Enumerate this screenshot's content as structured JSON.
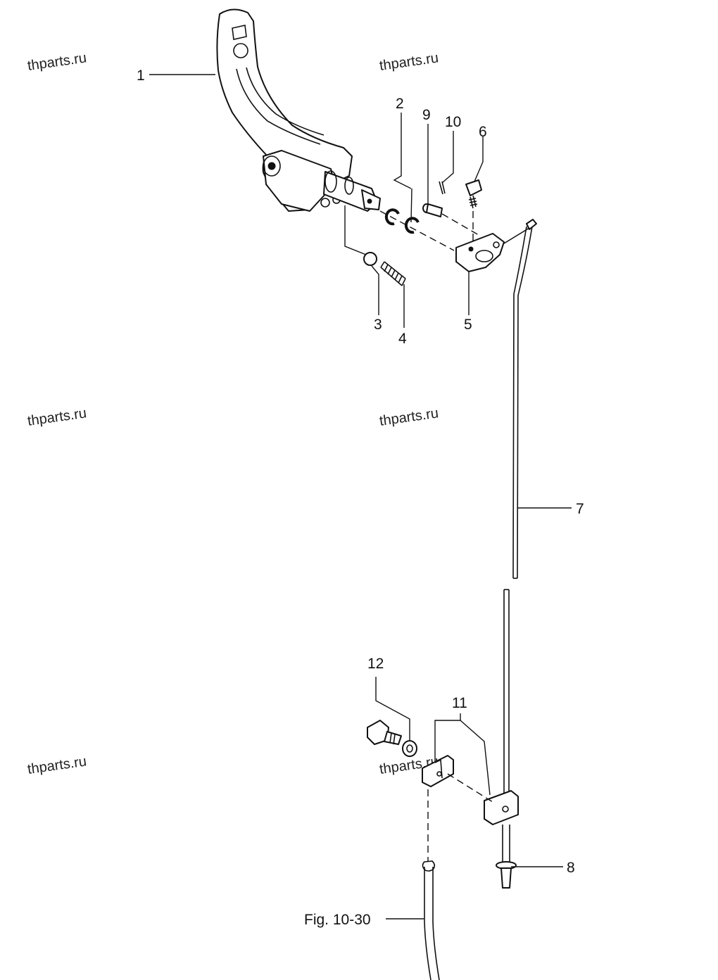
{
  "watermarks": [
    "thparts.ru",
    "thparts.ru",
    "thparts.ru",
    "thparts.ru",
    "thparts.ru",
    "thparts.ru"
  ],
  "callouts": {
    "p1": "1",
    "p2": "2",
    "p3": "3",
    "p4": "4",
    "p5": "5",
    "p6": "6",
    "p7": "7",
    "p8": "8",
    "p9": "9",
    "p10": "10",
    "p11": "11",
    "p12": "12"
  },
  "reference": "Fig. 10-30"
}
